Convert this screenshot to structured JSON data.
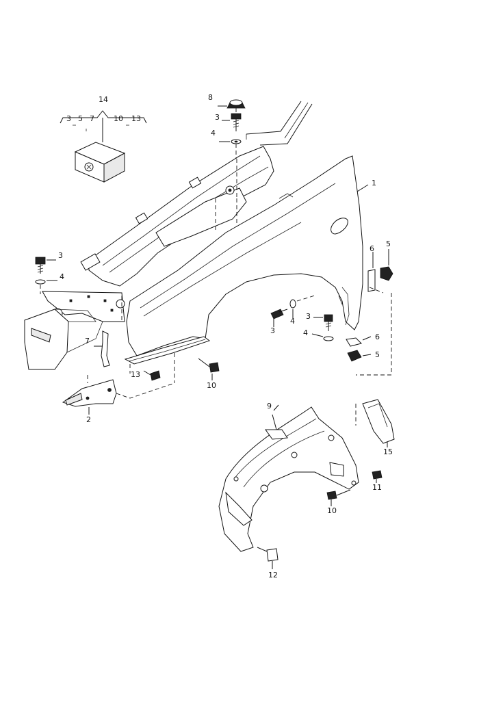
{
  "diagram": {
    "callouts": {
      "c1": "1",
      "c2": "2",
      "c3a": "3",
      "c3b": "3",
      "c3c": "3",
      "c3d": "3",
      "c4a": "4",
      "c4b": "4",
      "c4c": "4",
      "c4d": "4",
      "c5a": "5",
      "c5b": "5",
      "c6a": "6",
      "c6b": "6",
      "c7": "7",
      "c8": "8",
      "c9": "9",
      "c10a": "10",
      "c10b": "10",
      "c11": "11",
      "c12": "12",
      "c13": "13",
      "c14": "14",
      "c15": "15"
    },
    "kit_labels": [
      "3",
      "5",
      "7",
      "10",
      "13"
    ]
  }
}
